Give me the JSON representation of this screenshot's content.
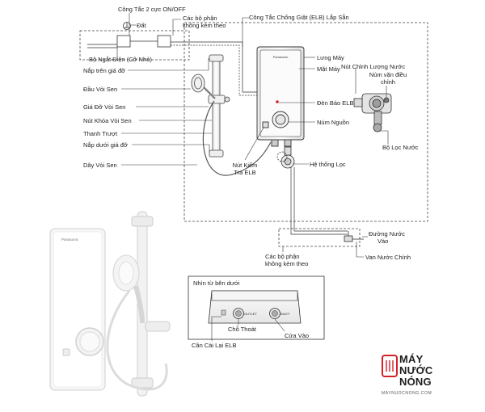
{
  "labels": {
    "cong_tac_2_cuc": "Công Tắc 2 cực ON/OFF",
    "cac_bo_phan_top_1": "Các bộ phận",
    "cac_bo_phan_top_2": "không kèm theo",
    "dat": "Đất",
    "cong_tac_elb": "Công Tắc Chống Giật (ELB) Lắp Sẵn",
    "bo_ngat_dien": "Bộ Ngắt Điện (Cỡ Nhỏ)",
    "nap_tren": "Nắp trên giá đỡ",
    "dau_voi_sen": "Đầu Vòi Sen",
    "gia_do_voi_sen": "Giá Đỡ Vòi Sen",
    "nut_khoa_voi_sen": "Nút Khóa Vòi Sen",
    "thanh_truot": "Thanh Trượt",
    "nap_duoi": "Nắp dưới giá đỡ",
    "day_voi_sen": "Dây Vòi Sen",
    "lung_may": "Lưng Máy",
    "mat_may": "Mặt Máy",
    "den_bao_elb": "Đèn Báo ELB",
    "num_nguon": "Núm Nguồn",
    "nut_kiem_tra_1": "Nút Kiểm",
    "nut_kiem_tra_2": "Tra ELB",
    "he_thong_loc": "Hệ thống Lọc",
    "nut_chinh_luong_nuoc": "Nút Chỉnh Lượng Nước",
    "num_van_1": "Núm vặn điều",
    "num_van_2": "chỉnh",
    "bo_loc_nuoc": "Bộ Lọc Nước",
    "duong_nuoc_vao_1": "Đường Nước",
    "duong_nuoc_vao_2": "Vào",
    "van_nuoc_chinh": "Van Nước Chính",
    "cac_bo_phan_bot_1": "Các bộ phận",
    "cac_bo_phan_bot_2": "không kèm theo",
    "nhin_tu_ben_duoi": "Nhìn từ bên dưới",
    "outlet": "OUTLET",
    "inlet": "INLET",
    "che_thoat": "Chỗ Thoát",
    "cua_vao": "Cửa Vào",
    "can_cai_lai_elb": "Cần Cài Lại ELB"
  },
  "logo": {
    "line1": "MÁY",
    "line2": "NƯỚC",
    "line3": "NÓNG",
    "url": "MAYNUOCNONG.COM",
    "accent": "#d62027"
  },
  "colors": {
    "line": "#333333",
    "dashed": "#444444",
    "device": "#f4f4f4"
  }
}
